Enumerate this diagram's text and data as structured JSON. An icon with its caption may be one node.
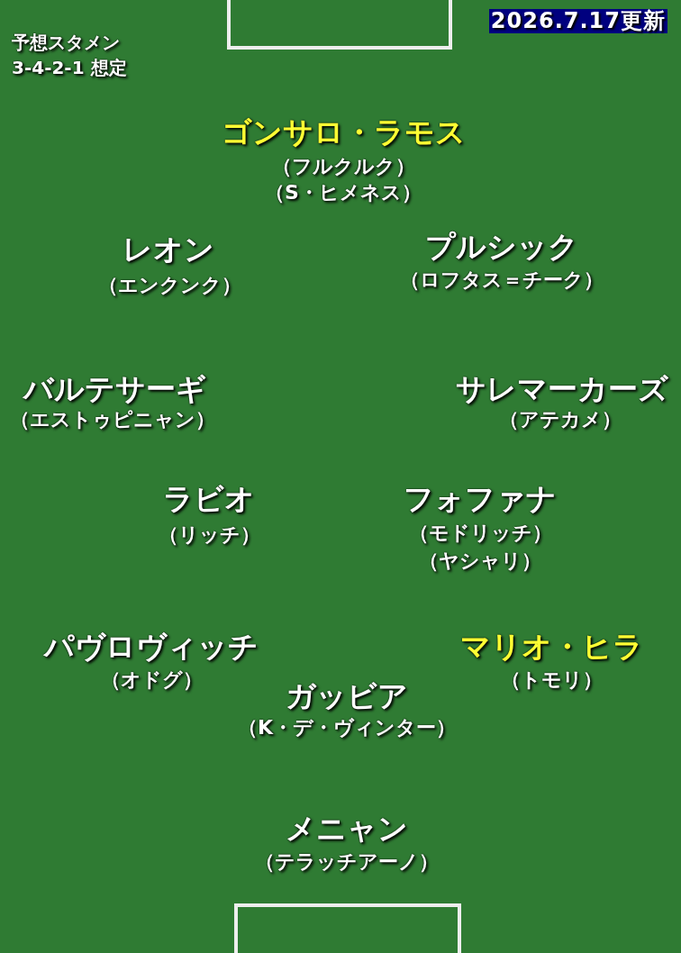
{
  "diagram": {
    "title": "予想スタメン",
    "nodes": [
      {
        "text": [],
        "shape": "box"
      },
      {
        "text": [
          "2026.7.17更新"
        ]
      },
      {
        "text": [],
        "shape": "box"
      }
    ],
    "labels": [
      "3-4-2-1 想定",
      "ゴンサロ・ラモス",
      "（フルクルク）",
      "（S・ヒメネス）",
      "レオン",
      "（エンクンク）",
      "プルシック",
      "（ロフタス＝チーク）",
      "バルテサーギ",
      "（エストゥピニャン）",
      "サレマーカーズ",
      "（アテカメ）",
      "ラビオ",
      "（リッチ）",
      "フォファナ",
      "（モドリッチ）",
      "（ヤシャリ）",
      "パヴロヴィッチ",
      "（オドグ）",
      "マリオ・ヒラ",
      "（トモリ）",
      "ガッビア",
      "（K・デ・ヴィンター）",
      "メニャン",
      "（テラッチアーノ）"
    ]
  }
}
